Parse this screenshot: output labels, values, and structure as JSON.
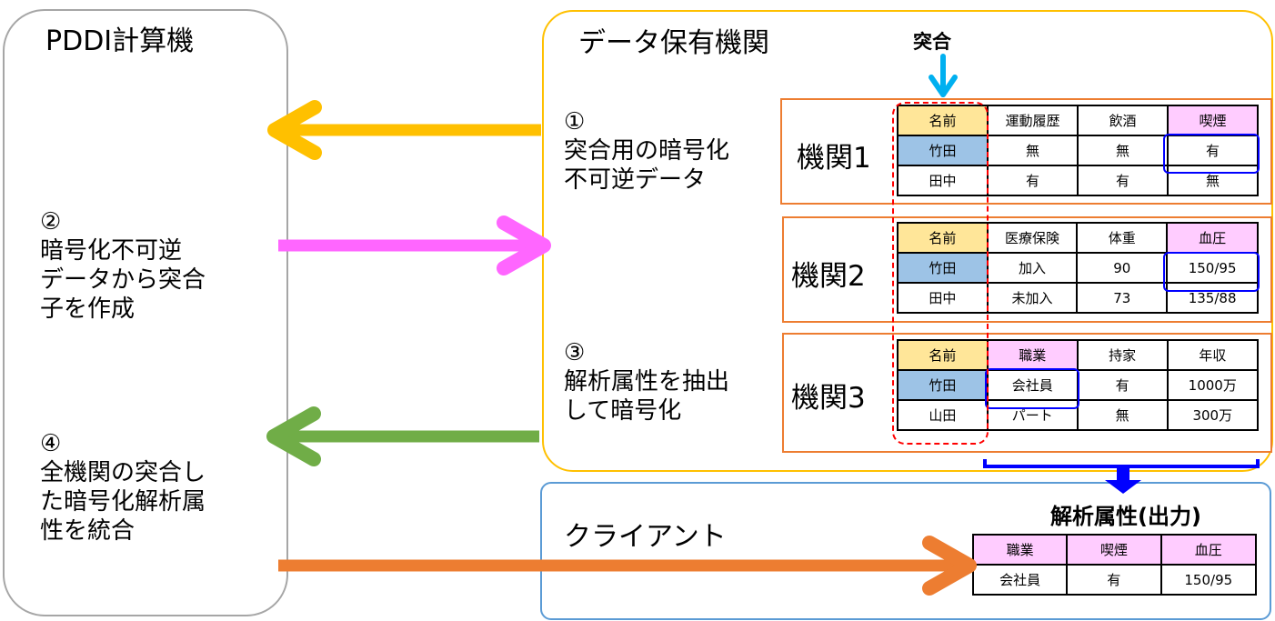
{
  "pddi": {
    "title": "PDDI計算機",
    "step2": "②\n暗号化不可逆\nデータから突合\n子を作成",
    "step4": "④\n全機関の突合し\nた暗号化解析属\n性を統合"
  },
  "holder": {
    "title": "データ保有機関",
    "match_label": "突合",
    "step1": "①\n突合用の暗号化\n不可逆データ",
    "step3": "③\n解析属性を抽出\nして暗号化",
    "orgs": [
      {
        "label": "機関1",
        "header": [
          "名前",
          "運動履歴",
          "飲酒",
          "喫煙"
        ],
        "rows": [
          [
            "竹田",
            "無",
            "無",
            "有"
          ],
          [
            "田中",
            "有",
            "有",
            "無"
          ]
        ]
      },
      {
        "label": "機関2",
        "header": [
          "名前",
          "医療保険",
          "体重",
          "血圧"
        ],
        "rows": [
          [
            "竹田",
            "加入",
            "90",
            "150/95"
          ],
          [
            "田中",
            "未加入",
            "73",
            "135/88"
          ]
        ]
      },
      {
        "label": "機関3",
        "header": [
          "名前",
          "職業",
          "持家",
          "年収"
        ],
        "rows": [
          [
            "竹田",
            "会社員",
            "有",
            "1000万"
          ],
          [
            "山田",
            "パート",
            "無",
            "300万"
          ]
        ]
      }
    ]
  },
  "client": {
    "title": "クライアント",
    "output_title": "解析属性(出力)",
    "header": [
      "職業",
      "喫煙",
      "血圧"
    ],
    "row": [
      "会社員",
      "有",
      "150/95"
    ]
  },
  "colors": {
    "pddi_border": "#a6a6a6",
    "holder_border": "#ffc000",
    "client_border": "#5b9bd5",
    "org_border": "#ed7d31",
    "arrow_step1": "#ffc000",
    "arrow_step2": "#ff66ff",
    "arrow_step3": "#70ad47",
    "arrow_step4": "#ed7d31",
    "match_arrow": "#00b0f0",
    "output_arrow": "#0000ff",
    "name_cell": "#ffe699",
    "match_cell": "#9dc3e6",
    "attribute_cell": "#ffccff"
  }
}
